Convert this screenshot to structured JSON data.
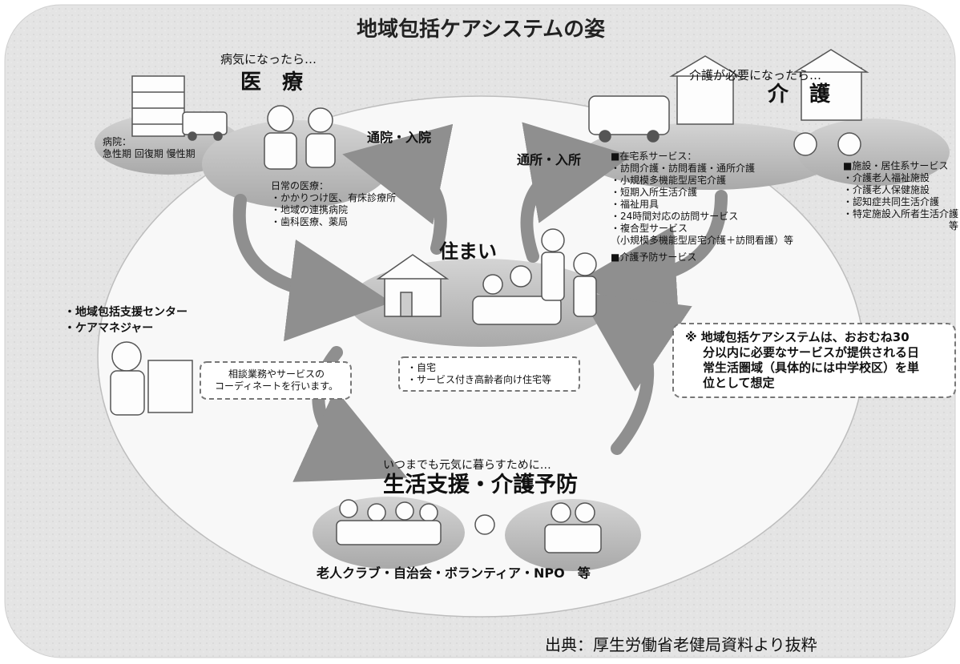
{
  "title": "地域包括ケアシステムの姿",
  "medical": {
    "intro": "病気になったら…",
    "heading": "医　療",
    "hospital_lines": [
      "病院：",
      "急性期 回復期 慢性期"
    ],
    "daily_care_lines": [
      "日常の医療：",
      "・かかりつけ医、有床診療所",
      "・地域の連携病院",
      "・歯科医療、薬局"
    ]
  },
  "care": {
    "intro": "介護が必要になったら…",
    "heading": "介　護",
    "home_services": [
      "■在宅系サービス：",
      "・訪問介護・訪問看護・通所介護",
      "・小規模多機能型居宅介護",
      "・短期入所生活介護",
      "・福祉用具",
      "・24時間対応の訪問サービス",
      "・複合型サービス",
      "（小規模多機能型居宅介護＋訪問看護）等",
      "■介護予防サービス"
    ],
    "facility_services": [
      "■施設・居住系サービス",
      "・介護老人福祉施設",
      "・介護老人保健施設",
      "・認知症共同生活介護",
      "・特定施設入所者生活介護",
      "等"
    ]
  },
  "arrows": {
    "hospital_visit": "通院・入院",
    "day_service": "通所・入所"
  },
  "housing": {
    "heading": "住まい",
    "items": [
      "・自宅",
      "・サービス付き高齢者向け住宅等"
    ]
  },
  "support_center": {
    "lines": [
      "・地域包括支援センター",
      "・ケアマネジャー"
    ],
    "bubble_lines": [
      "相談業務やサービスの",
      "コーディネートを行います。"
    ]
  },
  "note": {
    "lines": [
      "※ 地域包括ケアシステムは、おおむね30",
      "分以内に必要なサービスが提供される日",
      "常生活圏域（具体的には中学校区）を単",
      "位として想定"
    ]
  },
  "living_support": {
    "intro": "いつまでも元気に暮らすために…",
    "heading": "生活支援・介護予防",
    "groups": "老人クラブ・自治会・ボランティア・NPO　等"
  },
  "source": "出典：厚生労働省老健局資料より抜粋",
  "colors": {
    "background_panel": "#e6e6e6",
    "ellipse_fill": "#f7f7f7",
    "bubble_fill": "#c4c4c4",
    "arrow": "#8f8f8f"
  }
}
